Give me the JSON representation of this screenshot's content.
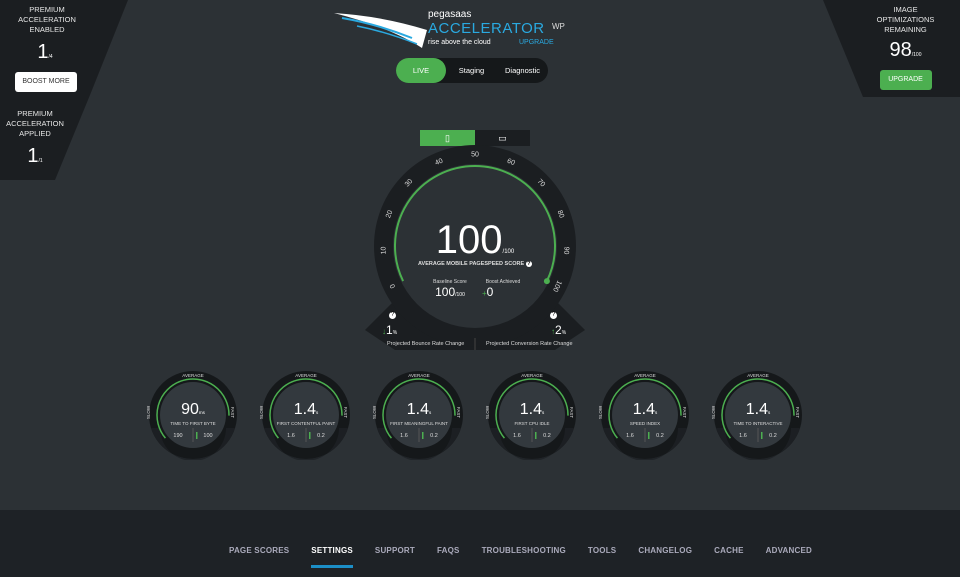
{
  "left_panel": {
    "enabled_label": "PREMIUM ACCELERATION ENABLED",
    "enabled_value": "1",
    "enabled_total": "/4",
    "boost_button": "BOOST MORE",
    "applied_label": "PREMIUM ACCELERATION APPLIED",
    "applied_value": "1",
    "applied_total": "/1"
  },
  "right_panel": {
    "label": "IMAGE OPTIMIZATIONS REMAINING",
    "value": "98",
    "total": "/100",
    "upgrade_button": "UPGRADE"
  },
  "brand": {
    "name": "pegasaas",
    "product": "ACCELERATOR",
    "tagline": "rise above the cloud",
    "edition": "WP",
    "upgrade": "UPGRADE"
  },
  "env_toggle": {
    "options": [
      "LIVE",
      "Staging",
      "Diagnostic"
    ],
    "selected": "LIVE"
  },
  "device_tabs": {
    "mobile_icon": "mobile-icon",
    "desktop_icon": "desktop-icon",
    "selected": "mobile"
  },
  "main_gauge": {
    "score": "100",
    "total": "/100",
    "label": "AVERAGE MOBILE PAGESPEED SCORE",
    "help": "?",
    "value_fraction": 1.0,
    "ticks": [
      "0",
      "10",
      "20",
      "30",
      "40",
      "50",
      "60",
      "70",
      "80",
      "90",
      "100"
    ],
    "baseline_label": "Baseline Score",
    "baseline_value": "100",
    "baseline_total": "/100",
    "boost_label": "Boost Achieved",
    "boost_sign": "+",
    "boost_value": "0",
    "bounce": {
      "arrow": "↓",
      "value": "1",
      "unit": "%",
      "label": "Projected Bounce Rate Change",
      "help": "?"
    },
    "conversion": {
      "arrow": "↑",
      "value": "2",
      "unit": "%",
      "label": "Projected Conversion Rate Change",
      "help": "?"
    }
  },
  "metrics": [
    {
      "value": "90",
      "unit": "ms",
      "label": "TIME TO FIRST BYTE",
      "left": "190",
      "right": "100",
      "top": "AVERAGE",
      "slow": "SLOW",
      "fast": "FAST",
      "level": 0.85
    },
    {
      "value": "1.4",
      "unit": "s",
      "label": "FIRST CONTENTFUL PAINT",
      "left": "1.6",
      "right": "0.2",
      "top": "AVERAGE",
      "slow": "SLOW",
      "fast": "FAST",
      "level": 0.85
    },
    {
      "value": "1.4",
      "unit": "s",
      "label": "FIRST MEANINGFUL PAINT",
      "left": "1.6",
      "right": "0.2",
      "top": "AVERAGE",
      "slow": "SLOW",
      "fast": "FAST",
      "level": 0.85
    },
    {
      "value": "1.4",
      "unit": "s",
      "label": "FIRST CPU IDLE",
      "left": "1.6",
      "right": "0.2",
      "top": "AVERAGE",
      "slow": "SLOW",
      "fast": "FAST",
      "level": 0.85
    },
    {
      "value": "1.4",
      "unit": "s",
      "label": "SPEED INDEX",
      "left": "1.6",
      "right": "0.2",
      "top": "AVERAGE",
      "slow": "SLOW",
      "fast": "FAST",
      "level": 0.85
    },
    {
      "value": "1.4",
      "unit": "s",
      "label": "TIME TO INTERACTIVE",
      "left": "1.6",
      "right": "0.2",
      "top": "AVERAGE",
      "slow": "SLOW",
      "fast": "FAST",
      "level": 0.85
    }
  ],
  "nav": {
    "items": [
      "PAGE SCORES",
      "SETTINGS",
      "SUPPORT",
      "FAQS",
      "TROUBLESHOOTING",
      "TOOLS",
      "CHANGELOG",
      "CACHE",
      "ADVANCED"
    ],
    "active": "SETTINGS"
  },
  "colors": {
    "green": "#4caf50",
    "blue": "#2aa9e0",
    "bg": "#2c3135",
    "panel": "#1b1e21"
  }
}
